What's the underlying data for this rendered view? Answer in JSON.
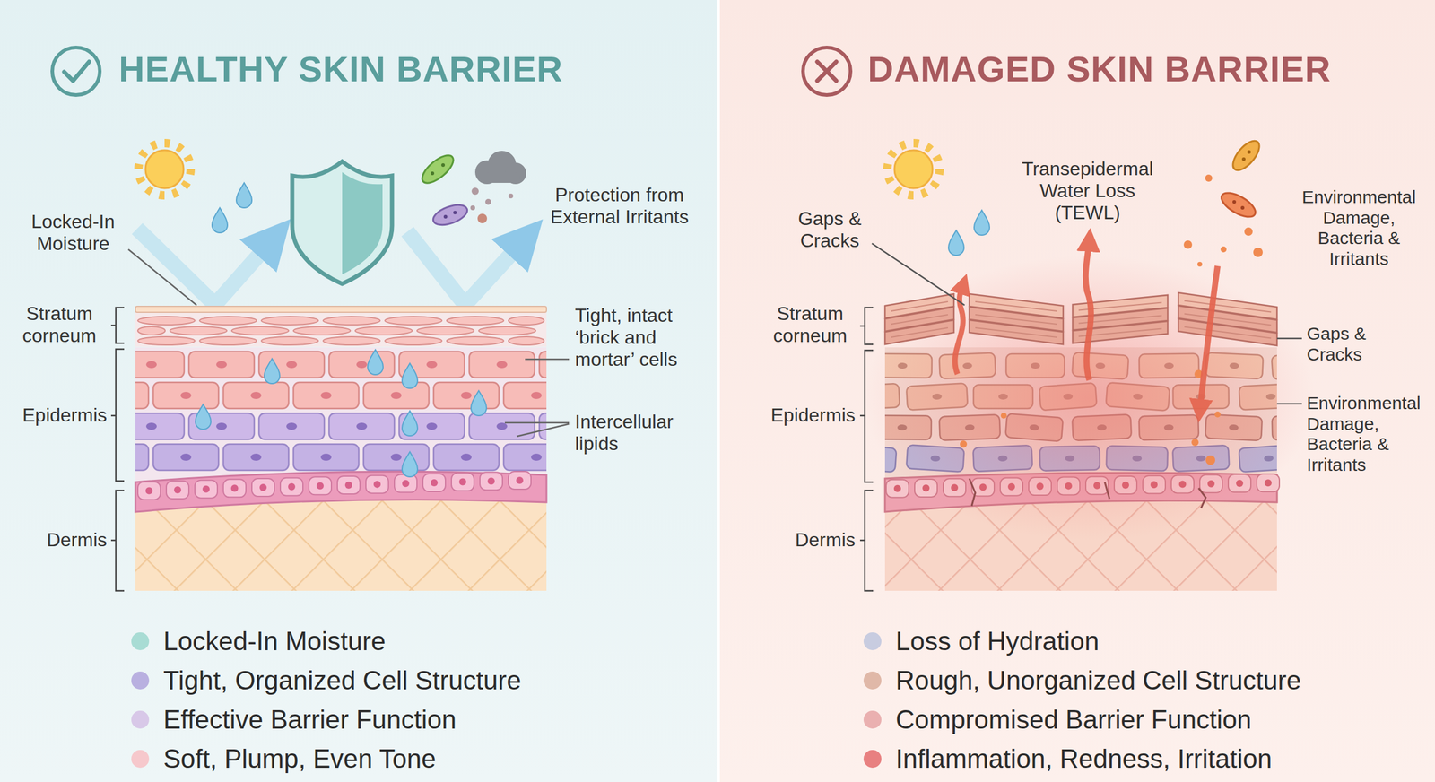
{
  "diagram": {
    "labels": [
      "HEALTHY SKIN BARRIER",
      "Locked-In Moisture",
      "Protection from External Irritants",
      "Stratum corneum",
      "Epidermis",
      "Dermis",
      "Tight, intact ‘brick and mortar’ cells",
      "Intercellular lipids",
      "DAMAGED SKIN BARRIER",
      "Gaps & Cracks",
      "Transepidermal Water Loss (TEWL)",
      "Environmental Damage, Bacteria & Irritants",
      "Stratum corneum",
      "Gaps & Cracks",
      "Environmental Damage, Bacteria & Irritants",
      "Epidermis",
      "Dermis"
    ],
    "legend": [
      {
        "text": "Locked-In Moisture",
        "color": "#a8dcd4"
      },
      {
        "text": "Tight, Organized Cell Structure",
        "color": "#b9b0e0"
      },
      {
        "text": "Effective Barrier Function",
        "color": "#d8c8e8"
      },
      {
        "text": "Soft, Plump, Even Tone",
        "color": "#f6c8cc"
      },
      {
        "text": "Loss of Hydration",
        "color": "#c8cce0"
      },
      {
        "text": "Rough, Unorganized Cell Structure",
        "color": "#e0b8a8"
      },
      {
        "text": "Compromised Barrier Function",
        "color": "#eab0b0"
      },
      {
        "text": "Inflammation, Redness, Irritation",
        "color": "#e88080"
      }
    ]
  }
}
